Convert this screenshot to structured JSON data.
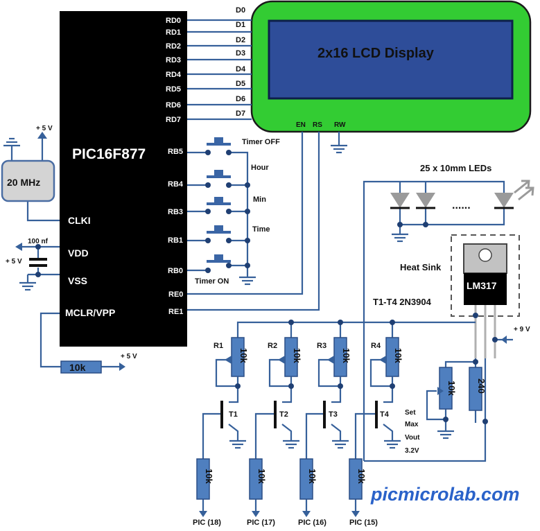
{
  "mcu": {
    "name": "PIC16F877",
    "pins_rd": [
      "RD0",
      "RD1",
      "RD2",
      "RD3",
      "RD4",
      "RD5",
      "RD6",
      "RD7"
    ],
    "pins_rb": [
      "RB5",
      "RB4",
      "RB3",
      "RB1",
      "RB0"
    ],
    "pins_re": [
      "RE0",
      "RE1"
    ],
    "clki": "CLKI",
    "vdd": "VDD",
    "vss": "VSS",
    "mclr": "MCLR/VPP"
  },
  "lcd": {
    "title": "2x16 LCD Display",
    "data_lines": [
      "D0",
      "D1",
      "D2",
      "D3",
      "D4",
      "D5",
      "D6",
      "D7"
    ],
    "en": "EN",
    "rs": "RS",
    "rw": "RW"
  },
  "buttons": [
    "Timer OFF",
    "Hour",
    "Min",
    "Time",
    "Timer ON"
  ],
  "crystal": {
    "label": "20 MHz",
    "supply": "+ 5 V"
  },
  "decoupling": {
    "cap": "100 nf",
    "supply": "+ 5 V"
  },
  "mclr_resistor": {
    "value": "10k",
    "supply": "+ 5 V"
  },
  "leds": {
    "label": "25 x 10mm LEDs",
    "dots": "......"
  },
  "regulator": {
    "heat_sink": "Heat Sink",
    "part": "LM317",
    "supply": "+ 9 V"
  },
  "transistors": {
    "heading": "T1-T4 2N3904",
    "names": [
      "T1",
      "T2",
      "T3",
      "T4"
    ],
    "collector_resistors": [
      "R1",
      "R2",
      "R3",
      "R4"
    ],
    "collector_values": [
      "10k",
      "10k",
      "10k",
      "10k"
    ],
    "base_values": [
      "10k",
      "10k",
      "10k",
      "10k"
    ],
    "pic_pins": [
      "PIC (18)",
      "PIC (17)",
      "PIC (16)",
      "PIC (15)"
    ]
  },
  "adjust": {
    "pot": "10k",
    "fixed": "240",
    "note": [
      "Set",
      "Max",
      "Vout",
      "3.2V"
    ]
  },
  "watermark": "picmicrolab.com",
  "colors": {
    "chip": "#000000",
    "lcd_body": "#33cc33",
    "lcd_screen": "#2e4d99",
    "wire": "#36609a",
    "component": "#4f7fbf",
    "watermark": "#2a62c9"
  }
}
